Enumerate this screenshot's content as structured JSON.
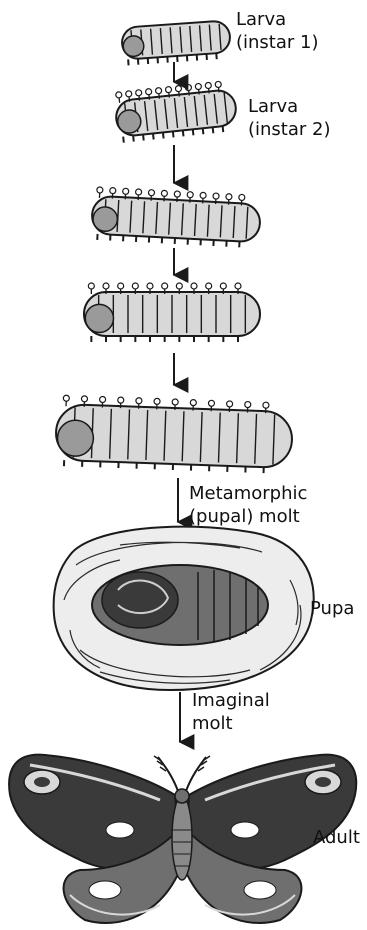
{
  "labels": {
    "larva1_line1": "Larva",
    "larva1_line2": "(instar 1)",
    "larva2_line1": "Larva",
    "larva2_line2": "(instar 2)",
    "pupal_molt_line1": "Metamorphic",
    "pupal_molt_line2": "(pupal) molt",
    "pupa": "Pupa",
    "imaginal_molt_line1": "Imaginal",
    "imaginal_molt_line2": "molt",
    "adult": "Adult"
  },
  "colors": {
    "ink": "#1a1a1a",
    "body_fill": "#6f6f6f",
    "light_fill": "#d8d8d8",
    "wing_dark": "#3a3a3a"
  }
}
